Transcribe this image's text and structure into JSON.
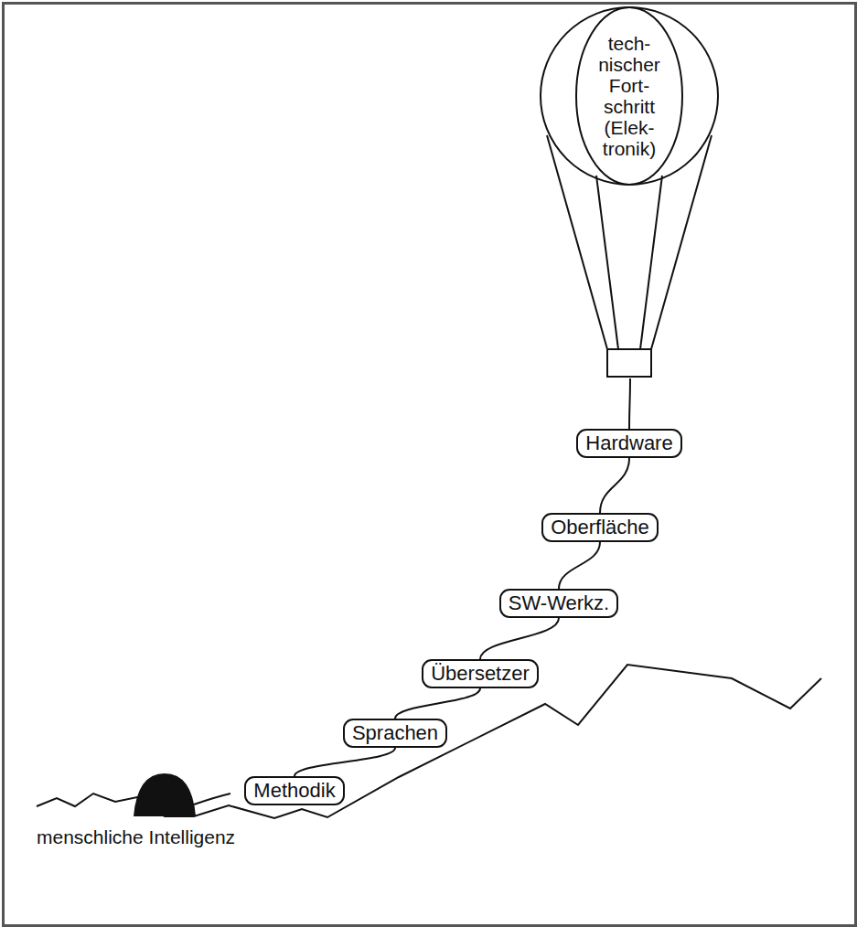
{
  "diagram": {
    "nodes": [
      {
        "text": [
          "tech- nischer Fort- schritt (Elek- tronik)"
        ]
      },
      {
        "text": [
          "Hardware"
        ]
      },
      {
        "text": [
          "Oberfläche"
        ]
      },
      {
        "text": [
          "SW-Werkz."
        ]
      },
      {
        "text": [
          "Übersetzer"
        ]
      },
      {
        "text": [
          "Sprachen"
        ]
      },
      {
        "text": [
          "Methodik"
        ]
      }
    ],
    "edges": [
      {
        "from": 0,
        "to": 1,
        "arrow": "none"
      },
      {
        "from": 1,
        "to": 2,
        "arrow": "none"
      },
      {
        "from": 2,
        "to": 3,
        "arrow": "none"
      },
      {
        "from": 3,
        "to": 4,
        "arrow": "none"
      },
      {
        "from": 4,
        "to": 5,
        "arrow": "none"
      },
      {
        "from": 5,
        "to": 6,
        "arrow": "none"
      }
    ],
    "labels": [
      "menschliche Intelligenz"
    ]
  }
}
